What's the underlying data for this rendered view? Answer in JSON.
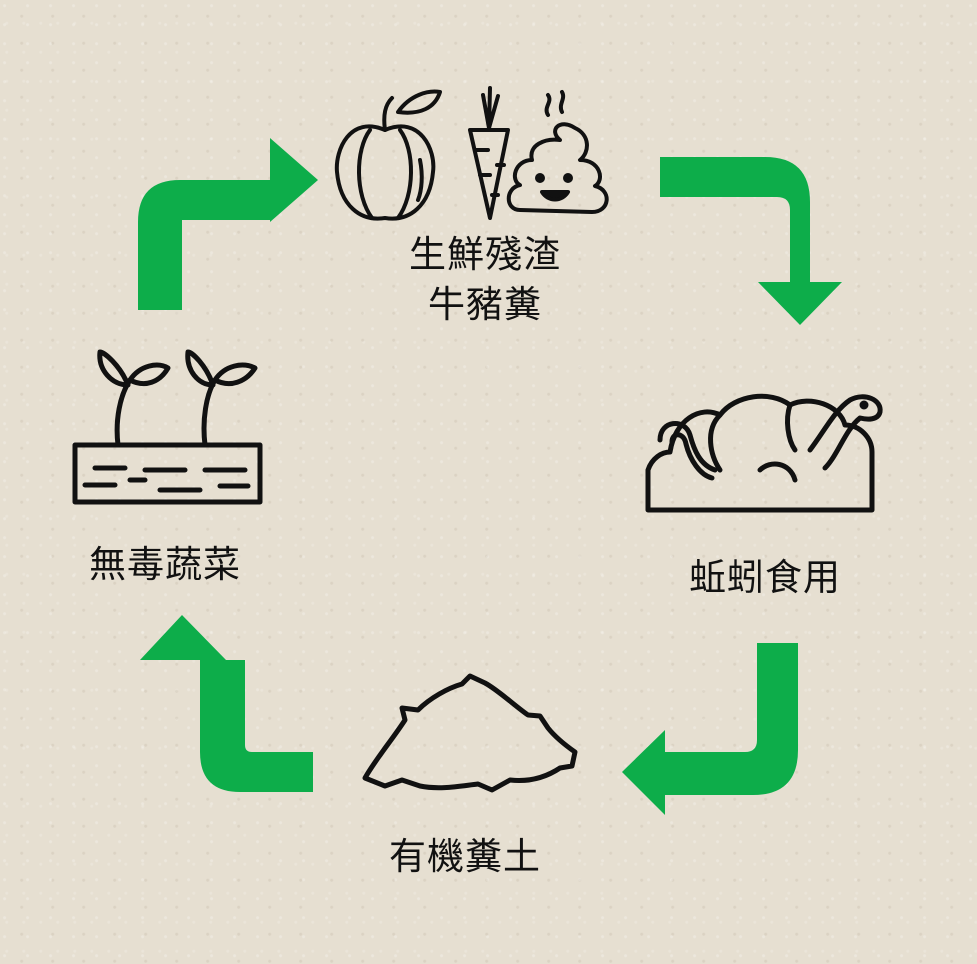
{
  "nodes": {
    "top": {
      "line1": "生鮮殘渣",
      "line2": "牛豬糞",
      "icons": [
        "apple-icon",
        "carrot-icon",
        "poop-icon"
      ]
    },
    "right": {
      "label": "蚯蚓食用",
      "icon": "worms-icon"
    },
    "bottom": {
      "label": "有機糞土",
      "icon": "soil-pile-icon"
    },
    "left": {
      "label": "無毒蔬菜",
      "icon": "sprouts-icon"
    }
  },
  "colors": {
    "arrow": "#0dad4a",
    "icon_stroke": "#111111",
    "background": "#e6dfd1"
  }
}
